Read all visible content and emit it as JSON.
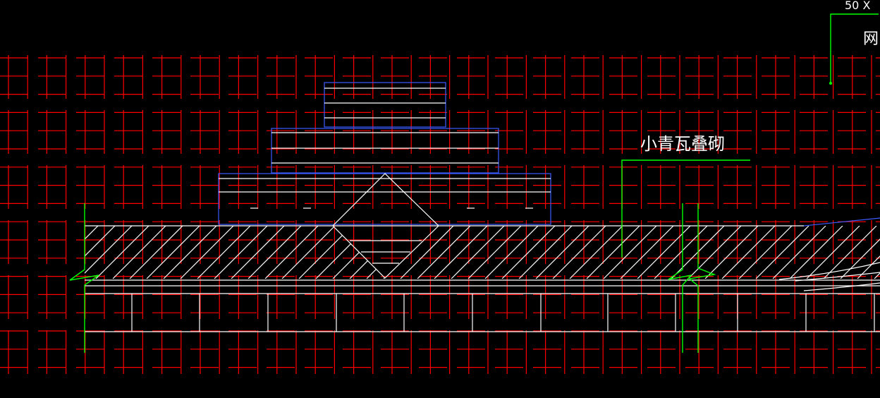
{
  "labels": {
    "material_label": "小青瓦叠砌",
    "top_dimension": "50 X",
    "right_label": "网"
  },
  "colors": {
    "background": "#000000",
    "grid": "#ff0000",
    "outline": "#3b5bff",
    "line": "#ffffff",
    "leader": "#00ff00"
  }
}
